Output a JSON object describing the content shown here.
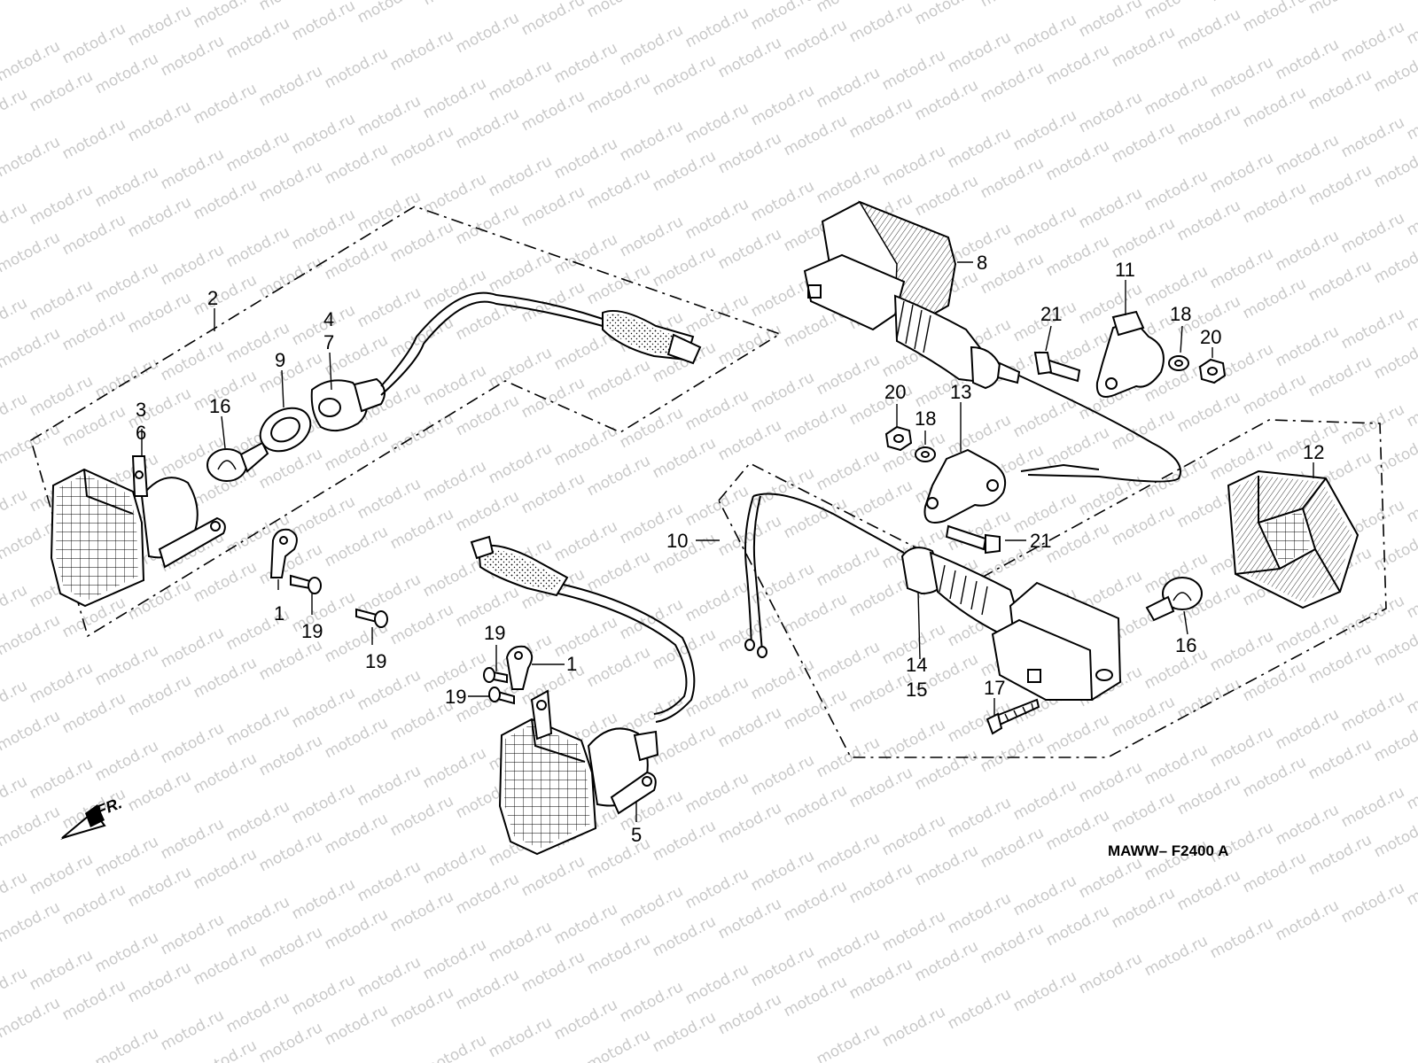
{
  "diagram": {
    "drawing_code": "MAWW– F2400 A",
    "front_arrow_label": "FR.",
    "watermark": "motod.ru",
    "callouts": {
      "c1a": "1",
      "c1b": "1",
      "c2": "2",
      "c3": "3",
      "c4": "4",
      "c5": "5",
      "c6": "6",
      "c7": "7",
      "c8": "8",
      "c9": "9",
      "c10": "10",
      "c11": "11",
      "c12": "12",
      "c13": "13",
      "c14": "14",
      "c15": "15",
      "c16a": "16",
      "c16b": "16",
      "c17": "17",
      "c18a": "18",
      "c18b": "18",
      "c19a": "19",
      "c19b": "19",
      "c19c": "19",
      "c19d": "19",
      "c20a": "20",
      "c20b": "20",
      "c21a": "21",
      "c21b": "21"
    }
  }
}
